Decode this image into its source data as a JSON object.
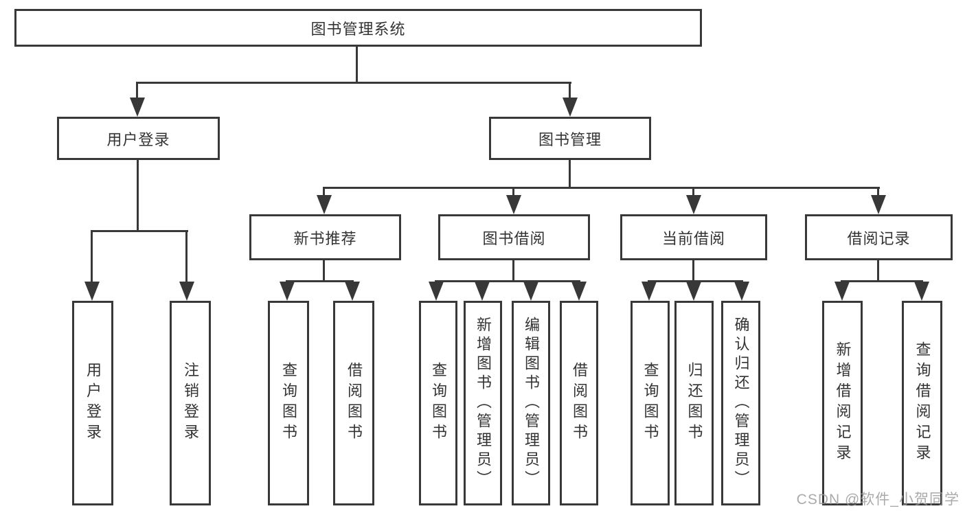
{
  "title": "图书管理系统",
  "watermark": "CSDN @软件_小贺同学",
  "colors": {
    "line": "#383838",
    "text": "#333333",
    "background": "#ffffff",
    "watermark": "#9b9b9b"
  },
  "tree": {
    "root": {
      "label": "图书管理系统"
    },
    "branches": [
      {
        "label": "用户登录",
        "children": [
          {
            "label": "用户登录"
          },
          {
            "label": "注销登录"
          }
        ]
      },
      {
        "label": "图书管理",
        "children": [
          {
            "label": "新书推荐",
            "children": [
              {
                "label": "查询图书"
              },
              {
                "label": "借阅图书"
              }
            ]
          },
          {
            "label": "图书借阅",
            "children": [
              {
                "label": "查询图书"
              },
              {
                "label": "新增图书（管理员）"
              },
              {
                "label": "编辑图书（管理员）"
              },
              {
                "label": "借阅图书"
              }
            ]
          },
          {
            "label": "当前借阅",
            "children": [
              {
                "label": "查询图书"
              },
              {
                "label": "归还图书"
              },
              {
                "label": "确认归还（管理员）"
              }
            ]
          },
          {
            "label": "借阅记录",
            "children": [
              {
                "label": "新增借阅记录"
              },
              {
                "label": "查询借阅记录"
              }
            ]
          }
        ]
      }
    ]
  }
}
